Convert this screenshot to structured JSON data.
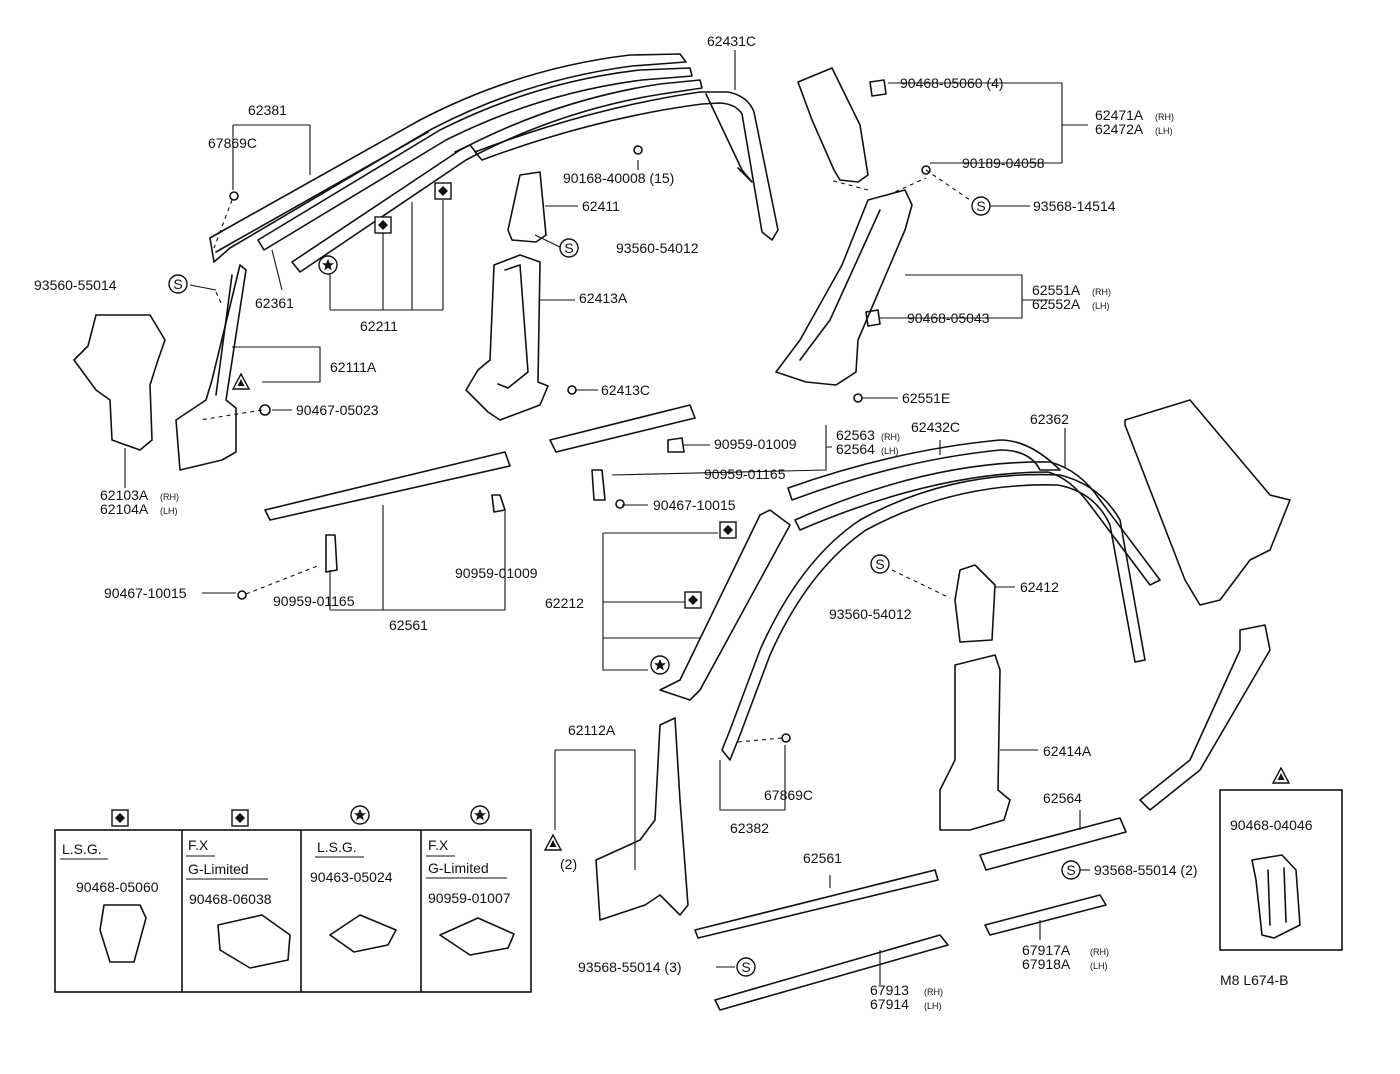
{
  "labels": {
    "p62431c": "62431C",
    "p62381": "62381",
    "p67869c_a": "67869C",
    "p93560_55014": "93560-55014",
    "p62361": "62361",
    "p62211": "62211",
    "p90168": "90168-40008 (15)",
    "p62411": "62411",
    "p93560_54012_a": "93560-54012",
    "p62413a": "62413A",
    "p62413c": "62413C",
    "p62111a": "62111A",
    "p90467_05023": "90467-05023",
    "p62103a": "62103A",
    "p62104a": "62104A",
    "p90468_05060_4": "90468-05060 (4)",
    "p62471a": "62471A",
    "p62472a": "62472A",
    "p90189": "90189-04058",
    "p93568_14514": "93568-14514",
    "p62551a": "62551A",
    "p62552a": "62552A",
    "p90468_05043": "90468-05043",
    "p62551e": "62551E",
    "p90959_01009_a": "90959-01009",
    "p62563": "62563",
    "p62564_lh": "62564",
    "p62432c": "62432C",
    "p62362": "62362",
    "p90959_01165_a": "90959-01165",
    "p90467_10015_a": "90467-10015",
    "p90959_01009_b": "90959-01009",
    "p90467_10015_b": "90467-10015",
    "p90959_01165_b": "90959-01165",
    "p62561_a": "62561",
    "p62212": "62212",
    "p93560_54012_b": "93560-54012",
    "p62412": "62412",
    "p62112a": "62112A",
    "p2": "(2)",
    "p62414a": "62414A",
    "p67869c_b": "67869C",
    "p62382": "62382",
    "p62564": "62564",
    "p62561_b": "62561",
    "p93568_55014_2": "93568-55014 (2)",
    "p93568_55014_3": "93568-55014 (3)",
    "p67913": "67913",
    "p67914": "67914",
    "p67917a": "67917A",
    "p67918a": "67918A",
    "p90468_04046": "90468-04046",
    "ref": "M8 L674-B"
  },
  "subs": {
    "rh": "(RH)",
    "lh": "(LH)"
  },
  "legend": {
    "c1_title": "L.S.G.",
    "c1_part": "90468-05060",
    "c2_title": "F.X",
    "c2_title2": "G-Limited",
    "c2_part": "90468-06038",
    "c3_title": "L.S.G.",
    "c3_part": "90463-05024",
    "c4_title": "F.X",
    "c4_title2": "G-Limited",
    "c4_part": "90959-01007"
  },
  "symbols": {
    "s": "S"
  }
}
